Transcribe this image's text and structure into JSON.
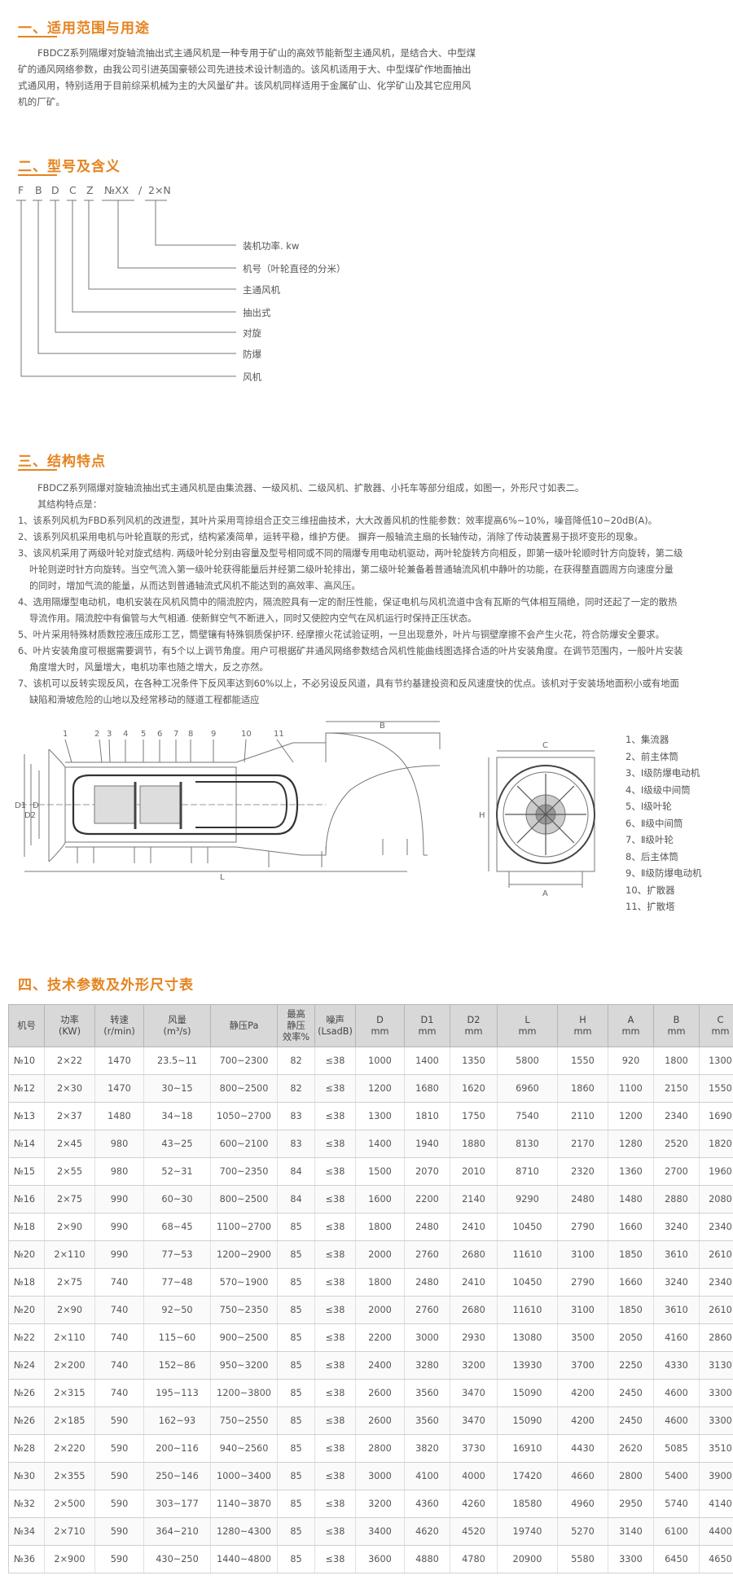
{
  "section1": {
    "title": "一、适用范围与用途",
    "paragraph": [
      "FBDCZ系列隔爆对旋轴流抽出式主通风机是一种专用于矿山的高效节能新型主通风机，是结合大、中型煤",
      "矿的通风网络参数，由我公司引进英国豪顿公司先进技术设计制造的。该风机适用于大、中型煤矿作地面抽出",
      "式通风用，特别适用于目前综采机械为主的大风量矿井。该风机同样适用于金属矿山、化学矿山及其它应用风",
      "机的厂矿。"
    ]
  },
  "section2": {
    "title": "二、型号及含义",
    "code_chars": [
      "F",
      "B",
      "D",
      "C",
      "Z",
      "№XX",
      "/",
      "2×N"
    ],
    "labels": [
      "装机功率. kw",
      "机号（叶轮直径的分米）",
      "主通风机",
      "抽出式",
      "对旋",
      "防爆",
      "风机"
    ]
  },
  "section3": {
    "title": "三、结构特点",
    "intro": [
      "FBDCZ系列隔爆对旋轴流抽出式主通风机是由集流器、一级风机、二级风机、扩散器、小托车等部分组成，如图一，外形尺寸如表二。",
      "其结构特点是："
    ],
    "features": [
      "1、该系列风机为FBD系列风机的改进型，其叶片采用弯掠组合正交三维扭曲技术，大大改善风机的性能参数：效率提高6%~10%，噪音降低10~20dB(A)。",
      "2、该系列风机采用电机与叶轮直联的形式，结构紧凑简单，运转平稳，维护方便。  摒弃一般轴流主扇的长轴传动，消除了传动装置易于损坏变形的现象。",
      "3、该风机采用了两级叶轮对旋式结构. 两级叶轮分别由容量及型号相同或不同的隔爆专用电动机驱动，两叶轮旋转方向相反，即第一级叶轮顺时针方向旋转，第二级",
      "叶轮则逆时针方向旋转。当空气流入第一级叶轮获得能量后并经第二级叶轮排出，第二级叶轮兼备着普通轴流风机中静叶的功能，在获得整直圆周方向速度分量",
      "的同时，增加气流的能量，从而达到普通轴流式风机不能达到的高效率、高风压。",
      "4、选用隔爆型电动机，电机安装在风机风筒中的隔流腔内，隔流腔具有一定的耐压性能，保证电机与风机流道中含有瓦斯的气体相互隔绝，同时还起了一定的散热",
      "导流作用。隔流腔中有偏管与大气相通. 使新鲜空气不断进入，同时又使腔内空气在风机运行时保持正压状态。",
      "5、叶片采用特殊材质数控液压成形工艺，筒壁镶有特殊铜质保护环. 经摩擦火花试验证明，一旦出现意外，叶片与铜壁摩擦不会产生火花，符合防爆安全要求。",
      "6、叶片安装角度可根据需要调节，有5个以上调节角度。用户可根据矿井通风网络参数结合风机性能曲线图选择合适的叶片安装角度。在调节范围内，一般叶片安装",
      "角度增大时，风量增大，电机功率也随之增大，反之亦然。",
      "7、该机可以反转实现反风，在各种工况条件下反风率达到60%以上，不必另设反风道，具有节约基建投资和反风速度快的优点。该机对于安装场地面积小或有地面",
      "缺陷和滑坡危险的山地以及经常移动的隧道工程都能适应"
    ],
    "diagram_numbers": [
      "1",
      "2",
      "3",
      "4",
      "5",
      "6",
      "7",
      "8",
      "9",
      "10",
      "11"
    ],
    "dim_labels": {
      "B": "B",
      "C": "C",
      "D1": "D1",
      "D2": "D2",
      "D": "D",
      "L": "L",
      "H": "H",
      "A": "A"
    },
    "legend": [
      "1、集流器",
      "2、前主体筒",
      "3、Ⅰ级防爆电动机",
      "4、Ⅰ级级中间筒",
      "5、Ⅰ级叶轮",
      "6、Ⅱ级中间筒",
      "7、Ⅱ级叶轮",
      "8、后主体筒",
      "9、Ⅱ级防爆电动机",
      "10、扩散器",
      "11、扩散塔"
    ]
  },
  "section4": {
    "title": "四、技术参数及外形尺寸表",
    "headers": [
      [
        "机号"
      ],
      [
        "功率",
        "(KW)"
      ],
      [
        "转速",
        "(r/min)"
      ],
      [
        "风量",
        "(m³/s)"
      ],
      [
        "静压Pa"
      ],
      [
        "最高",
        "静压",
        "效率%"
      ],
      [
        "噪声",
        "(LsadB)"
      ],
      [
        "D",
        "mm"
      ],
      [
        "D1",
        "mm"
      ],
      [
        "D2",
        "mm"
      ],
      [
        "L",
        "mm"
      ],
      [
        "H",
        "mm"
      ],
      [
        "A",
        "mm"
      ],
      [
        "B",
        "mm"
      ],
      [
        "C",
        "mm"
      ]
    ],
    "rows": [
      [
        "№10",
        "2×22",
        "1470",
        "23.5~11",
        "700~2300",
        "82",
        "≤38",
        "1000",
        "1400",
        "1350",
        "5800",
        "1550",
        "920",
        "1800",
        "1300"
      ],
      [
        "№12",
        "2×30",
        "1470",
        "30~15",
        "800~2500",
        "82",
        "≤38",
        "1200",
        "1680",
        "1620",
        "6960",
        "1860",
        "1100",
        "2150",
        "1550"
      ],
      [
        "№13",
        "2×37",
        "1480",
        "34~18",
        "1050~2700",
        "83",
        "≤38",
        "1300",
        "1810",
        "1750",
        "7540",
        "2110",
        "1200",
        "2340",
        "1690"
      ],
      [
        "№14",
        "2×45",
        "980",
        "43~25",
        "600~2100",
        "83",
        "≤38",
        "1400",
        "1940",
        "1880",
        "8130",
        "2170",
        "1280",
        "2520",
        "1820"
      ],
      [
        "№15",
        "2×55",
        "980",
        "52~31",
        "700~2350",
        "84",
        "≤38",
        "1500",
        "2070",
        "2010",
        "8710",
        "2320",
        "1360",
        "2700",
        "1960"
      ],
      [
        "№16",
        "2×75",
        "990",
        "60~30",
        "800~2500",
        "84",
        "≤38",
        "1600",
        "2200",
        "2140",
        "9290",
        "2480",
        "1480",
        "2880",
        "2080"
      ],
      [
        "№18",
        "2×90",
        "990",
        "68~45",
        "1100~2700",
        "85",
        "≤38",
        "1800",
        "2480",
        "2410",
        "10450",
        "2790",
        "1660",
        "3240",
        "2340"
      ],
      [
        "№20",
        "2×110",
        "990",
        "77~53",
        "1200~2900",
        "85",
        "≤38",
        "2000",
        "2760",
        "2680",
        "11610",
        "3100",
        "1850",
        "3610",
        "2610"
      ],
      [
        "№18",
        "2×75",
        "740",
        "77~48",
        "570~1900",
        "85",
        "≤38",
        "1800",
        "2480",
        "2410",
        "10450",
        "2790",
        "1660",
        "3240",
        "2340"
      ],
      [
        "№20",
        "2×90",
        "740",
        "92~50",
        "750~2350",
        "85",
        "≤38",
        "2000",
        "2760",
        "2680",
        "11610",
        "3100",
        "1850",
        "3610",
        "2610"
      ],
      [
        "№22",
        "2×110",
        "740",
        "115~60",
        "900~2500",
        "85",
        "≤38",
        "2200",
        "3000",
        "2930",
        "13080",
        "3500",
        "2050",
        "4160",
        "2860"
      ],
      [
        "№24",
        "2×200",
        "740",
        "152~86",
        "950~3200",
        "85",
        "≤38",
        "2400",
        "3280",
        "3200",
        "13930",
        "3700",
        "2250",
        "4330",
        "3130"
      ],
      [
        "№26",
        "2×315",
        "740",
        "195~113",
        "1200~3800",
        "85",
        "≤38",
        "2600",
        "3560",
        "3470",
        "15090",
        "4200",
        "2450",
        "4600",
        "3300"
      ],
      [
        "№26",
        "2×185",
        "590",
        "162~93",
        "750~2550",
        "85",
        "≤38",
        "2600",
        "3560",
        "3470",
        "15090",
        "4200",
        "2450",
        "4600",
        "3300"
      ],
      [
        "№28",
        "2×220",
        "590",
        "200~116",
        "940~2560",
        "85",
        "≤38",
        "2800",
        "3820",
        "3730",
        "16910",
        "4430",
        "2620",
        "5085",
        "3510"
      ],
      [
        "№30",
        "2×355",
        "590",
        "250~146",
        "1000~3400",
        "85",
        "≤38",
        "3000",
        "4100",
        "4000",
        "17420",
        "4660",
        "2800",
        "5400",
        "3900"
      ],
      [
        "№32",
        "2×500",
        "590",
        "303~177",
        "1140~3870",
        "85",
        "≤38",
        "3200",
        "4360",
        "4260",
        "18580",
        "4960",
        "2950",
        "5740",
        "4140"
      ],
      [
        "№34",
        "2×710",
        "590",
        "364~210",
        "1280~4300",
        "85",
        "≤38",
        "3400",
        "4620",
        "4520",
        "19740",
        "5270",
        "3140",
        "6100",
        "4400"
      ],
      [
        "№36",
        "2×900",
        "590",
        "430~250",
        "1440~4800",
        "85",
        "≤38",
        "3600",
        "4880",
        "4780",
        "20900",
        "5580",
        "3300",
        "6450",
        "4650"
      ]
    ]
  }
}
